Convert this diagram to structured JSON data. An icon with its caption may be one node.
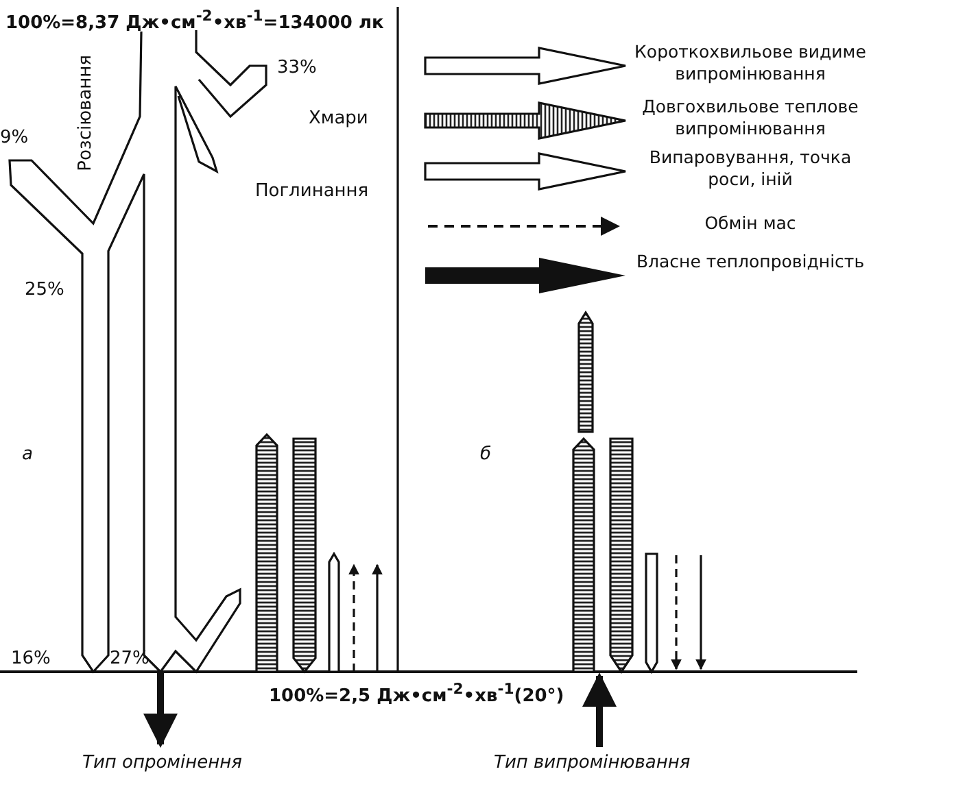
{
  "diagram": {
    "labels": [
      "100%=8,37 Дж•см$^{-2}$•хв$^{-1}$=134000 лк",
      "Розсіювання",
      "33%",
      "Хмари",
      "9%",
      "Поглинання",
      "25%",
      "а",
      "б",
      "16%",
      "27%",
      "100%=2,5 Дж•см$^{-2}$•хв$^{-1}$(20°)",
      "Тип опромінення",
      "Тип випромінювання"
    ],
    "legend": [
      {
        "text": "Короткохвильове видиме випромінювання"
      },
      {
        "text": "Довгохвильове теплове випромінювання"
      },
      {
        "text": "Випаровування, точка роси, іній"
      },
      {
        "text": "Обмін мас"
      },
      {
        "text": "Власне теплопровідність"
      }
    ]
  }
}
